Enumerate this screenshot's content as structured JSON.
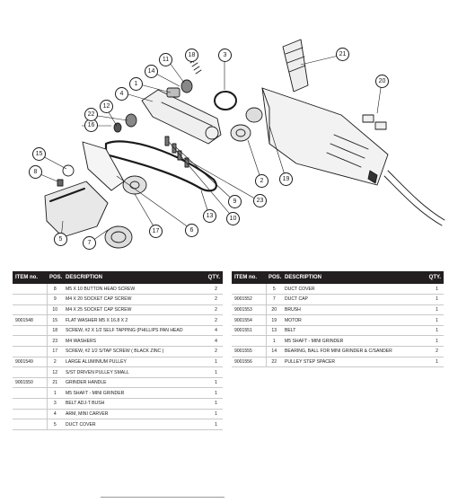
{
  "callouts": [
    "1",
    "2",
    "3",
    "4",
    "5",
    "6",
    "7",
    "8",
    "9",
    "10",
    "11",
    "12",
    "13",
    "14",
    "15",
    "16",
    "17",
    "18",
    "19",
    "20",
    "21",
    "22",
    "23"
  ],
  "table_headers": {
    "item": "ITEM no.",
    "pos": "POS.",
    "desc": "DESCRIPTION",
    "qty": "QTY."
  },
  "left_table": [
    {
      "item": "",
      "pos": "8",
      "desc": "M5 X 10 BUTTON HEAD SCREW",
      "qty": "2"
    },
    {
      "item": "",
      "pos": "9",
      "desc": "M4 X 20 SOCKET CAP SCREW",
      "qty": "2"
    },
    {
      "item": "",
      "pos": "10",
      "desc": "M4 X 25 SOCKET CAP SCREW",
      "qty": "2"
    },
    {
      "item": "9001548",
      "pos": "15",
      "desc": "FLAT WASHER M5 X 16.8 X 2",
      "qty": "2"
    },
    {
      "item": "",
      "pos": "18",
      "desc": "SCREW, #2 X 1/2 SELF TAPPING (PHILLIPS PAN HEAD",
      "qty": "4"
    },
    {
      "item": "",
      "pos": "23",
      "desc": "M4 WASHERS",
      "qty": "4"
    },
    {
      "item": "",
      "pos": "17",
      "desc": "SCREW, #2 1/2 S/TAP SCREW ( BLACK ZINC )",
      "qty": "2"
    },
    {
      "item": "9001549",
      "pos": "2",
      "desc": "LARGE ALUMINIUM PULLEY",
      "qty": "1"
    },
    {
      "item": "",
      "pos": "12",
      "desc": "S/ST DRIVEN PULLEY SMALL",
      "qty": "1"
    },
    {
      "item": "9001550",
      "pos": "21",
      "desc": "GRINDER HANDLE",
      "qty": "1"
    },
    {
      "item": "",
      "pos": "1",
      "desc": "M5 SHAFT - MINI GRINDER",
      "qty": "1"
    },
    {
      "item": "",
      "pos": "3",
      "desc": "BELT ADJ-T BUSH",
      "qty": "1"
    },
    {
      "item": "",
      "pos": "4",
      "desc": "ARM, MINI CARVER",
      "qty": "1"
    },
    {
      "item": "",
      "pos": "5",
      "desc": "DUCT COVER",
      "qty": "1"
    }
  ],
  "right_table": [
    {
      "item": "",
      "pos": "5",
      "desc": "DUCT COVER",
      "qty": "1"
    },
    {
      "item": "9001552",
      "pos": "7",
      "desc": "DUCT CAP",
      "qty": "1"
    },
    {
      "item": "9001553",
      "pos": "20",
      "desc": "BRUSH",
      "qty": "1"
    },
    {
      "item": "9001554",
      "pos": "19",
      "desc": "MOTOR",
      "qty": "1"
    },
    {
      "item": "9001551",
      "pos": "13",
      "desc": "BELT",
      "qty": "1"
    },
    {
      "item": "",
      "pos": "1",
      "desc": "M5 SHAFT - MINI GRINDER",
      "qty": "1"
    },
    {
      "item": "9001555",
      "pos": "14",
      "desc": "BEARING, BALL FOR MINI GRINDER & C/SANDER",
      "qty": "2"
    },
    {
      "item": "9001556",
      "pos": "22",
      "desc": "PULLEY STEP SPACER",
      "qty": "1"
    }
  ]
}
